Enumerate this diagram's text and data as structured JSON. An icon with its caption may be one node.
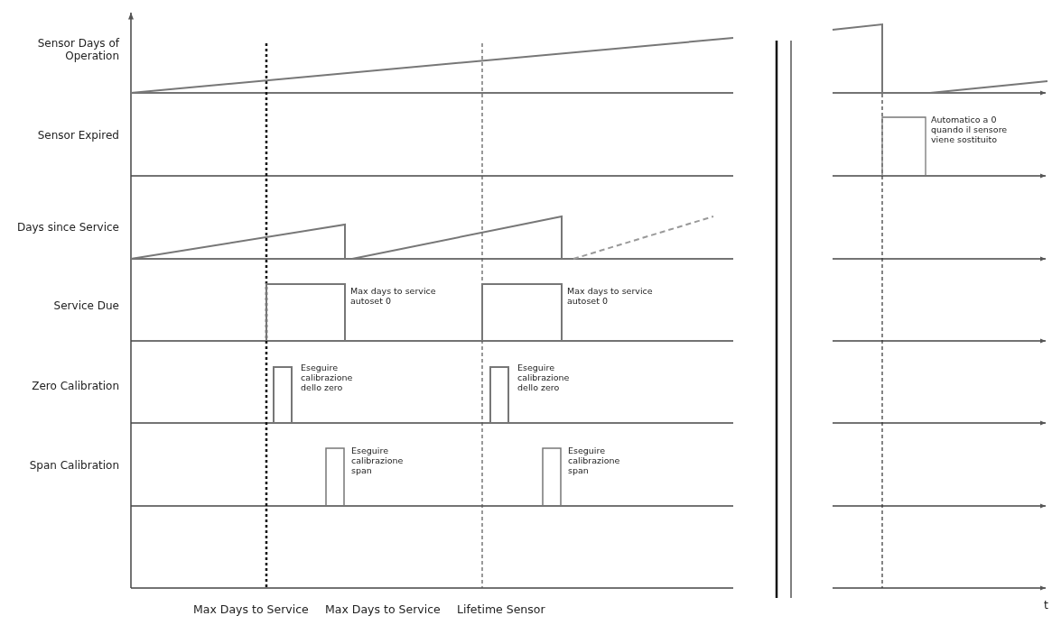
{
  "diagram": {
    "labels": [
      "Sensor Days of Operation",
      "Sensor Expired",
      "Days since Service",
      "Service Due",
      "Zero Calibration",
      "Span Calibration",
      "Max days to service autoset 0",
      "Max days to service autoset 0",
      "Eseguire calibrazione dello zero",
      "Eseguire calibrazione dello zero",
      "Eseguire calibrazione span",
      "Eseguire calibrazione span",
      "Automatico a 0 quando il sensore viene sostituito",
      "Max Days to Service",
      "Max Days to Service",
      "Lifetime Sensor",
      "t"
    ]
  }
}
